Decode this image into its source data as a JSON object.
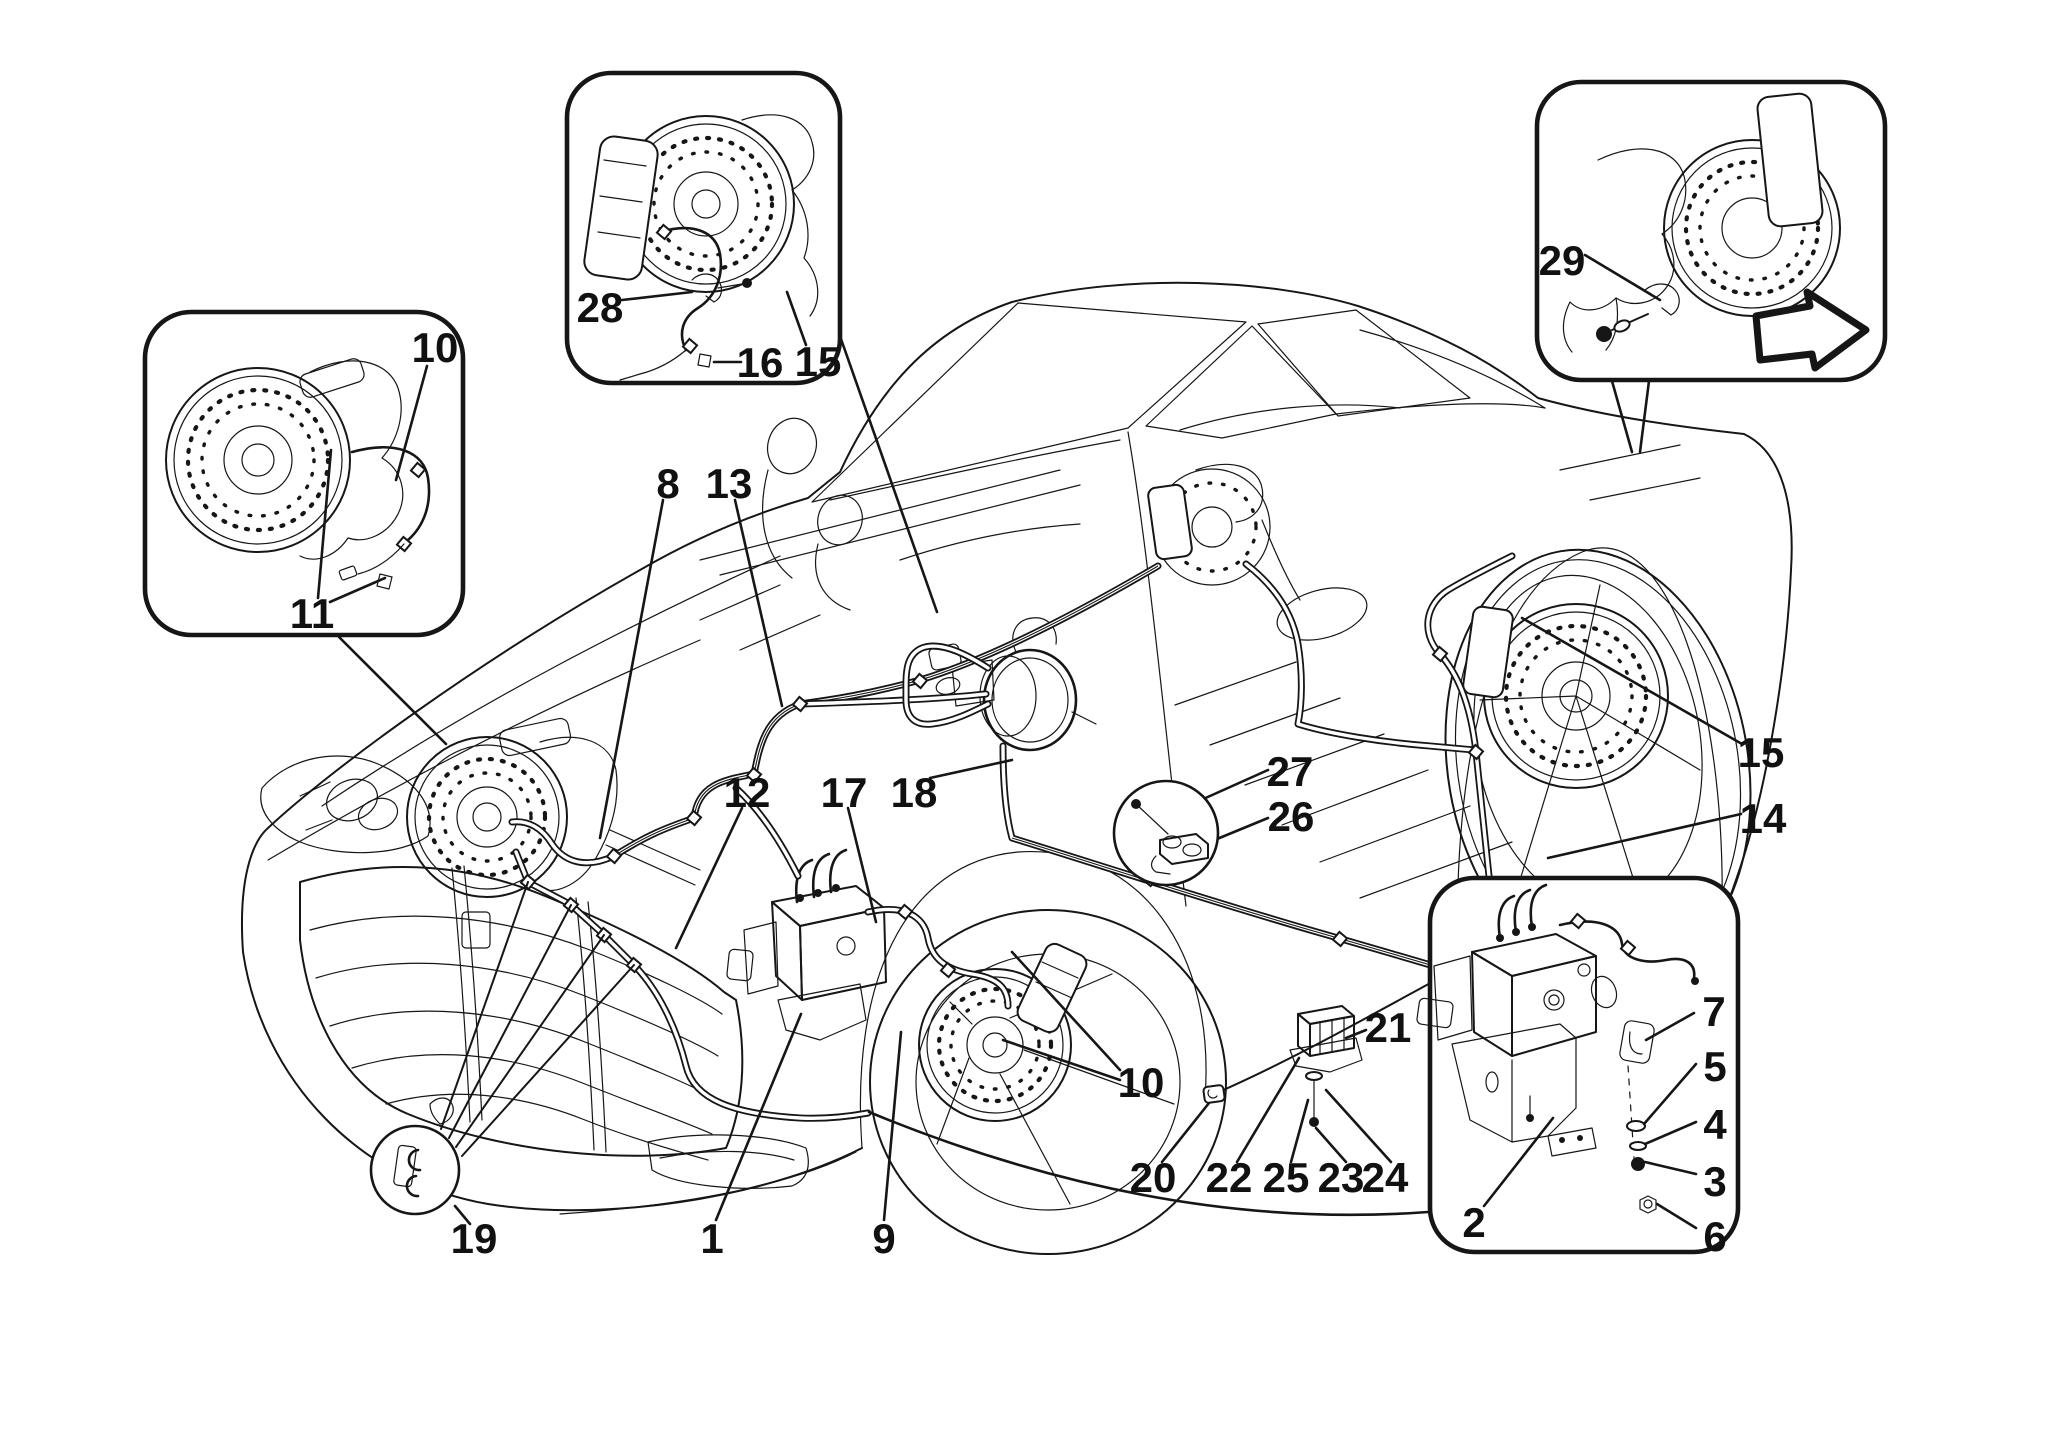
{
  "diagram": {
    "kind": "vehicle-brake-system-parts-diagram",
    "background_color": "#ffffff",
    "ink_color": "#161616",
    "insets": [
      {
        "id": "inset-rear-left-brake"
      },
      {
        "id": "inset-front-brake"
      },
      {
        "id": "inset-rear-right-brake"
      },
      {
        "id": "inset-abs-hydraulic-unit"
      },
      {
        "id": "inset-pipe-clip-detail"
      },
      {
        "id": "inset-pipe-union-detail"
      }
    ],
    "icons": [
      {
        "id": "direction-arrow",
        "shape": "thick-outline-arrow-down-right"
      }
    ]
  },
  "labels": [
    {
      "id": "inset-rear-left-10",
      "text": "10"
    },
    {
      "id": "inset-rear-left-11",
      "text": "11"
    },
    {
      "id": "inset-front-28",
      "text": "28"
    },
    {
      "id": "inset-front-16",
      "text": "16"
    },
    {
      "id": "inset-front-15",
      "text": "15"
    },
    {
      "id": "inset-rear-right-29",
      "text": "29"
    },
    {
      "id": "pipe-8",
      "text": "8"
    },
    {
      "id": "pipe-13",
      "text": "13"
    },
    {
      "id": "pipe-12",
      "text": "12"
    },
    {
      "id": "pipe-17",
      "text": "17"
    },
    {
      "id": "pipe-18",
      "text": "18"
    },
    {
      "id": "union-27",
      "text": "27"
    },
    {
      "id": "union-26",
      "text": "26"
    },
    {
      "id": "hose-15",
      "text": "15"
    },
    {
      "id": "pipe-14",
      "text": "14"
    },
    {
      "id": "clip-19",
      "text": "19"
    },
    {
      "id": "abs-on-car-1",
      "text": "1"
    },
    {
      "id": "pipe-9",
      "text": "9"
    },
    {
      "id": "hose-10",
      "text": "10"
    },
    {
      "id": "clamp-20",
      "text": "20"
    },
    {
      "id": "bracket-22",
      "text": "22"
    },
    {
      "id": "washer-25",
      "text": "25"
    },
    {
      "id": "screw-23",
      "text": "23"
    },
    {
      "id": "washer-24",
      "text": "24"
    },
    {
      "id": "relay-21",
      "text": "21"
    },
    {
      "id": "bracket-2",
      "text": "2"
    },
    {
      "id": "cover-7",
      "text": "7"
    },
    {
      "id": "washer-5",
      "text": "5"
    },
    {
      "id": "washer-4",
      "text": "4"
    },
    {
      "id": "screw-3",
      "text": "3"
    },
    {
      "id": "nut-6",
      "text": "6"
    }
  ]
}
